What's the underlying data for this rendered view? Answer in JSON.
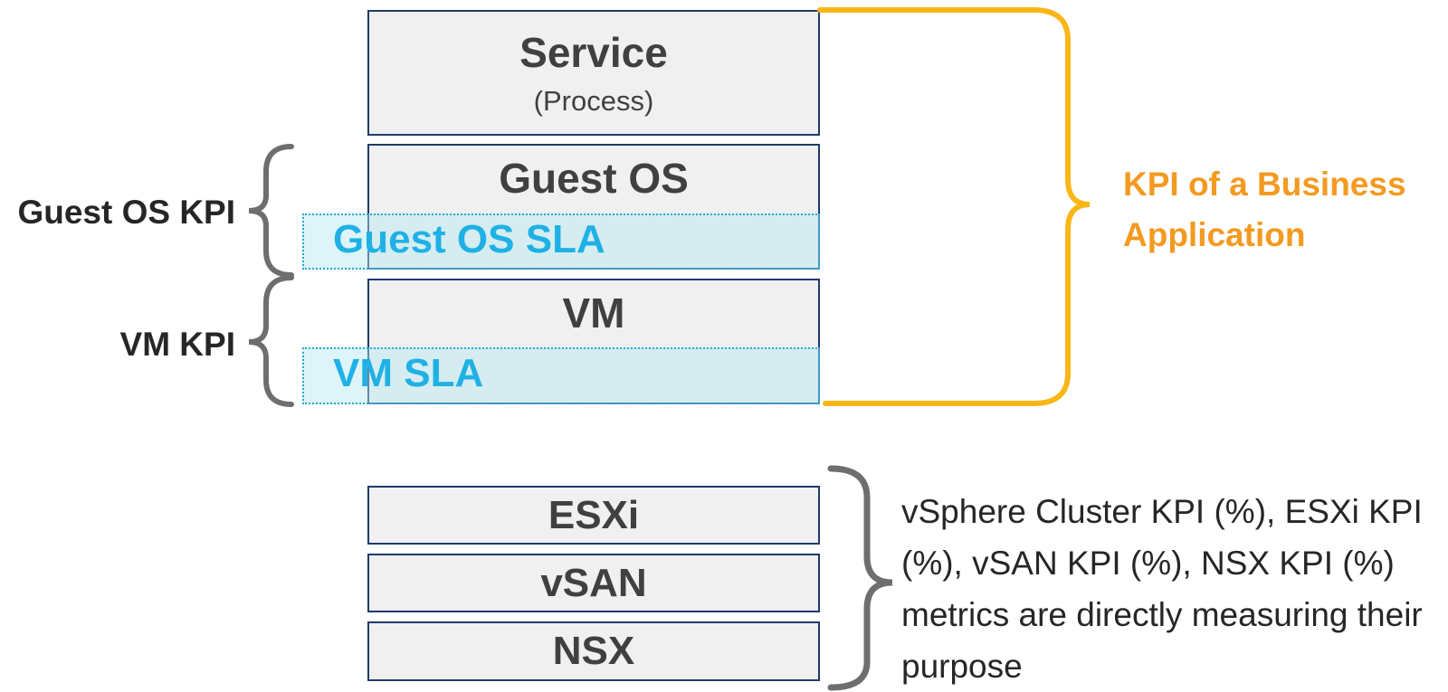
{
  "application_stack": {
    "service": {
      "title": "Service",
      "subtitle": "(Process)"
    },
    "guest_os": {
      "title": "Guest OS",
      "sla_label": "Guest OS SLA"
    },
    "vm": {
      "title": "VM",
      "sla_label": "VM SLA"
    }
  },
  "left_labels": {
    "guest_os_kpi": "Guest OS KPI",
    "vm_kpi": "VM KPI"
  },
  "app_kpi_label": "KPI of a Business Application",
  "infrastructure": {
    "esxi": "ESXi",
    "vsan": "vSAN",
    "nsx": "NSX"
  },
  "infra_note": "vSphere Cluster KPI (%), ESXi KPI (%), vSAN KPI (%), NSX KPI (%) metrics are directly measuring their purpose",
  "colors": {
    "box_border": "#1f3a6e",
    "box_fill": "#f0f0f0",
    "sla_text": "#1fb1e6",
    "sla_border": "#27a7d8",
    "app_bracket": "#f9b617",
    "app_label": "#f39a21",
    "gray_bracket": "#6e6e6e"
  }
}
